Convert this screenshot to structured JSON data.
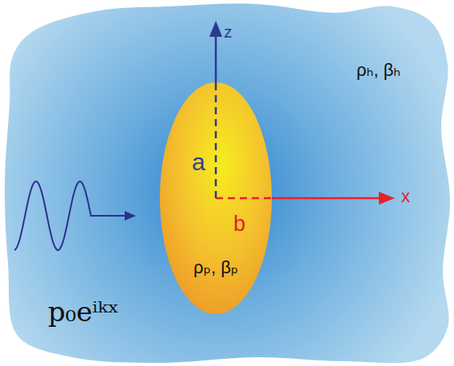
{
  "diagram": {
    "nodes": [
      {
        "text": [
          "ρₕ, βₕ"
        ]
      },
      {
        "text": [
          "ρₚ, βₚ"
        ],
        "in": 0
      }
    ],
    "labels": [
      "z",
      "a",
      "b",
      "x",
      "p₀eⁱᵏˣ"
    ]
  }
}
